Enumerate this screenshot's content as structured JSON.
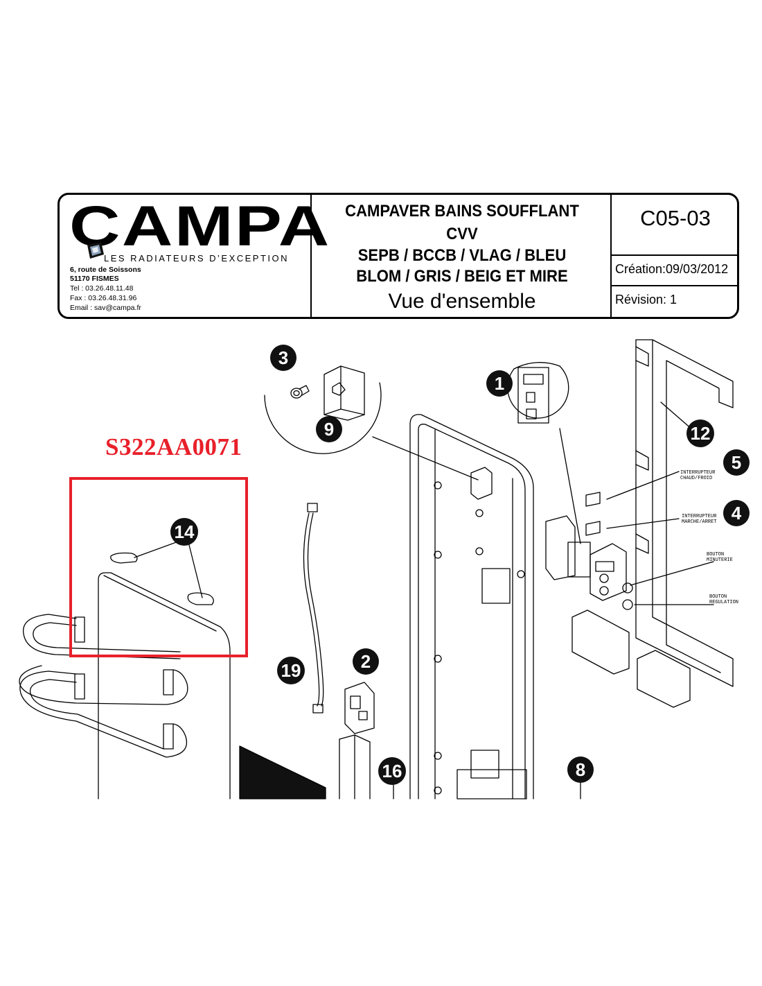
{
  "header": {
    "logo_text": "CAMPA",
    "logo_tagline": "LES RADIATEURS D’EXCEPTION",
    "address_line1": "6, route de Soissons",
    "address_line2": "51170 FISMES",
    "tel": "Tel  : 03.26.48.11.48",
    "fax": "Fax  : 03.26.48.31.96",
    "email": "Email  : sav@campa.fr",
    "title_line1": "CAMPAVER BAINS SOUFFLANT",
    "title_line2": "CVV",
    "title_line3": "SEPB / BCCB / VLAG / BLEU",
    "title_line4": "BLOM / GRIS / BEIG ET MIRE",
    "view_name": "Vue d'ensemble",
    "ref_code": "C05-03",
    "creation": "Création:09/03/2012",
    "revision": "Révision: 1"
  },
  "part_reference": "S322AA0071",
  "highlight_color": "#e8202a",
  "callouts": [
    "1",
    "2",
    "3",
    "4",
    "5",
    "8",
    "9",
    "12",
    "14",
    "16",
    "19"
  ],
  "labels": {
    "switch_hot_cold_1": "INTERRUPTEUR",
    "switch_hot_cold_2": "CHAUD/FROID",
    "switch_on_off_1": "INTERRUPTEUR",
    "switch_on_off_2": "MARCHE/ARRET",
    "timer_button_1": "BOUTON",
    "timer_button_2": "MINUTERIE",
    "regulation_button_1": "BOUTON",
    "regulation_button_2": "REGULATION"
  }
}
